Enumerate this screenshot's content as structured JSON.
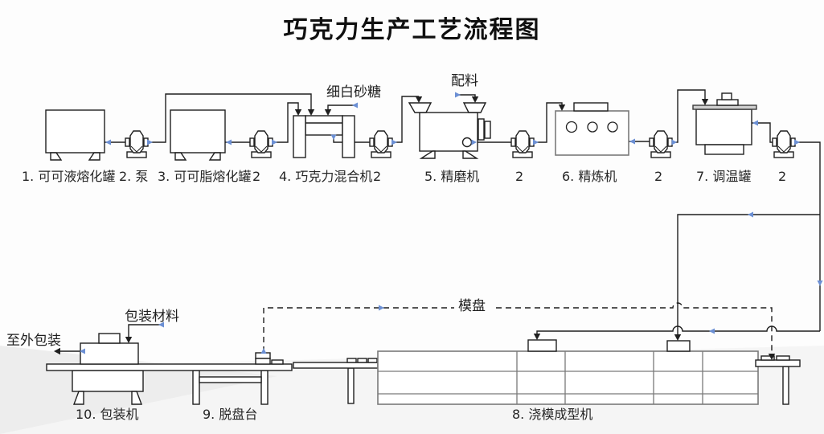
{
  "title": "巧克力生产工艺流程图",
  "colors": {
    "line": "#1f1f1f",
    "machine_grey": "#7a7a7a",
    "arrow_blue": "#6b8fd4",
    "text": "#262626"
  },
  "equipment": [
    {
      "id": "cocoa-liquor-melting-tank",
      "label": "1. 可可液熔化罐"
    },
    {
      "id": "pump",
      "label": "2. 泵"
    },
    {
      "id": "cocoa-butter-melting-tank",
      "label": "3. 可可脂熔化罐"
    },
    {
      "id": "pump-after-butter-tank",
      "label": "2"
    },
    {
      "id": "chocolate-mixer",
      "label": "4. 巧克力混合机"
    },
    {
      "id": "pump-after-mixer",
      "label": "2"
    },
    {
      "id": "fine-grinding-machine",
      "label": "5. 精磨机"
    },
    {
      "id": "pump-after-grinder",
      "label": "2"
    },
    {
      "id": "refining-machine",
      "label": "6. 精炼机"
    },
    {
      "id": "pump-after-refiner",
      "label": "2"
    },
    {
      "id": "tempering-tank",
      "label": "7. 调温罐"
    },
    {
      "id": "pump-after-tempering",
      "label": "2"
    },
    {
      "id": "mold-casting-machine",
      "label": "8. 浇模成型机"
    },
    {
      "id": "demolding-table",
      "label": "9. 脱盘台"
    },
    {
      "id": "packaging-machine",
      "label": "10. 包装机"
    }
  ],
  "annotations": {
    "sugar": "细白砂糖",
    "ingredients": "配料",
    "mold_tray": "模盘",
    "packaging_material": "包装材料",
    "to_outer_packaging": "至外包装"
  }
}
